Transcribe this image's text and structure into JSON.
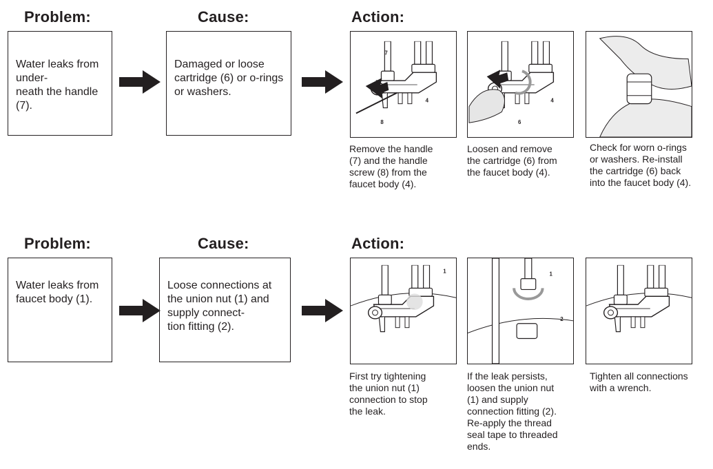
{
  "rows": [
    {
      "problem_heading": "Problem:",
      "cause_heading": "Cause:",
      "action_heading": "Action:",
      "problem_text": "Water leaks from under-\nneath the handle (7).",
      "cause_text": "Damaged or loose cartridge (6) or o-rings or washers.",
      "actions": [
        {
          "caption": "Remove the handle\n(7) and the handle\nscrew (8) from the\nfaucet body (4).",
          "callouts": [
            "7",
            "4",
            "8"
          ]
        },
        {
          "caption": "Loosen and remove\nthe cartridge (6) from\nthe faucet body (4).",
          "callouts": [
            "4",
            "6"
          ]
        },
        {
          "caption": "Check for worn o-rings\nor washers. Re-install\nthe cartridge (6) back\ninto the faucet body (4).",
          "callouts": []
        }
      ]
    },
    {
      "problem_heading": "Problem:",
      "cause_heading": "Cause:",
      "action_heading": "Action:",
      "problem_text": "Water leaks from faucet body (1).",
      "cause_text": "Loose connections at the union nut (1) and supply connect-\ntion fitting (2).",
      "actions": [
        {
          "caption": "First try tightening\nthe union nut (1)\nconnection to stop\nthe leak.",
          "callouts": [
            "1"
          ]
        },
        {
          "caption": "If the leak persists,\nloosen the union nut\n(1) and supply\nconnection fitting (2).\nRe-apply the thread\nseal tape to threaded\nends.",
          "callouts": [
            "1",
            "2"
          ]
        },
        {
          "caption": "Tighten all connections\nwith a wrench.",
          "callouts": []
        }
      ]
    }
  ]
}
